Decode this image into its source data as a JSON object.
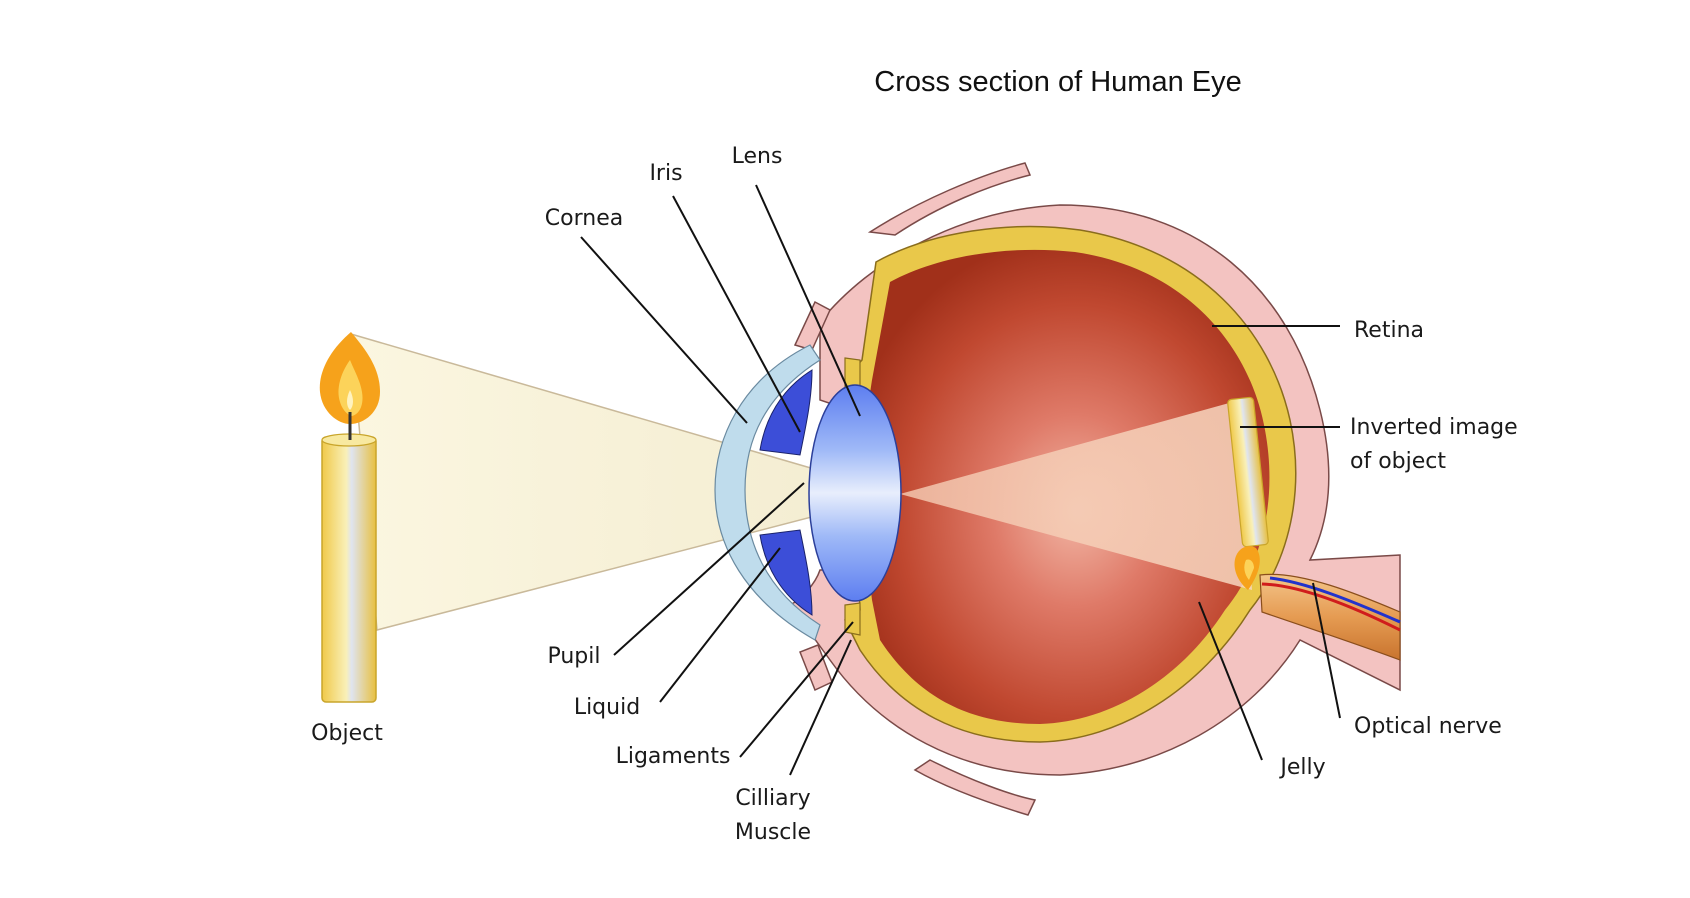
{
  "title": "Cross section of Human Eye",
  "labels": {
    "lens": "Lens",
    "iris": "Iris",
    "cornea": "Cornea",
    "retina": "Retina",
    "inverted_image_line1": "Inverted image",
    "inverted_image_line2": "of object",
    "object": "Object",
    "pupil": "Pupil",
    "liquid": "Liquid",
    "ligaments": "Ligaments",
    "cilliary_line1": "Cilliary",
    "cilliary_line2": "Muscle",
    "optical_nerve": "Optical nerve",
    "jelly": "Jelly"
  },
  "colors": {
    "sclera": "#f3c3c1",
    "choroid": "#e9c84a",
    "vitreous": "#b8381e",
    "lens": "#6f8ff0",
    "cornea": "#bfdcec",
    "light_beam": "#f8f1d8",
    "candle_wax": "#f3d45a",
    "flame": "#f6a21b"
  }
}
